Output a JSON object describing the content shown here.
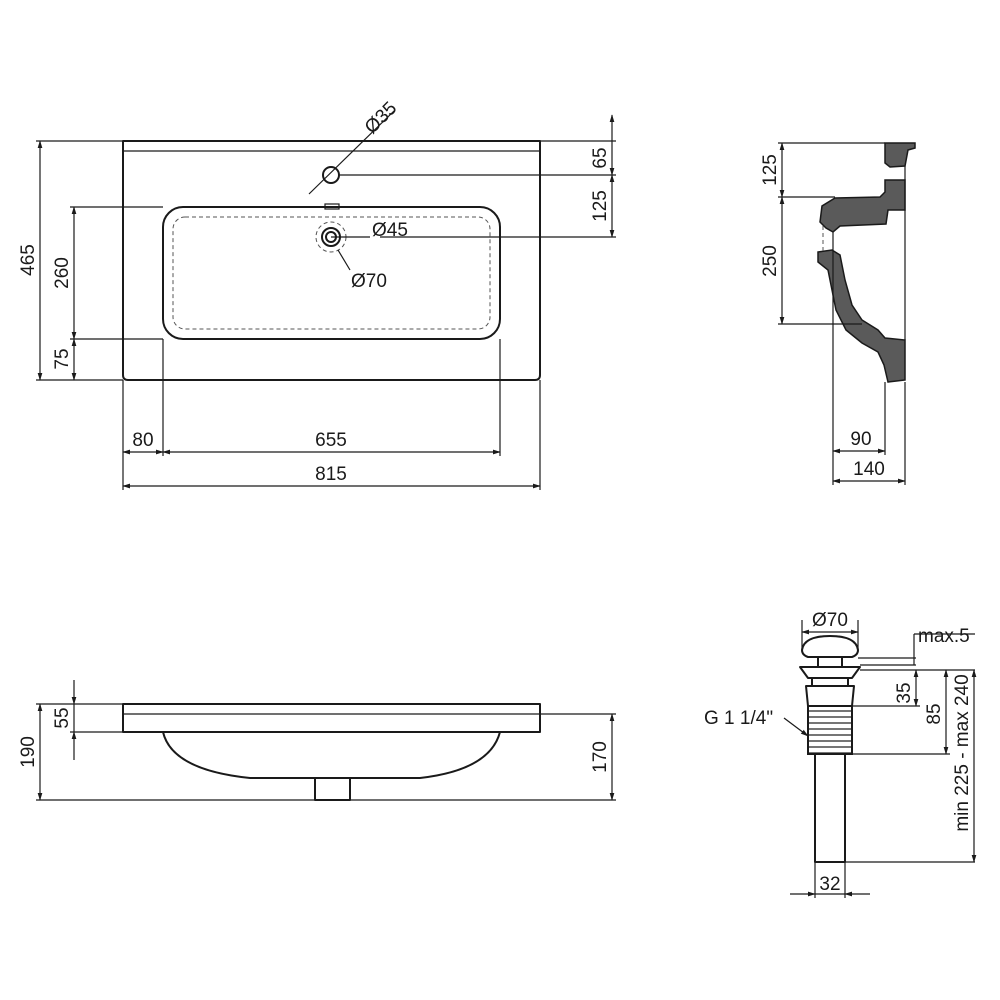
{
  "top_view": {
    "overall_width": "815",
    "bowl_width": "655",
    "left_offset": "80",
    "overall_depth": "465",
    "bowl_depth": "260",
    "front_offset": "75",
    "tap_hole_offset": "65",
    "drain_offset": "125",
    "tap_hole_dia": "Ø35",
    "drain_dia": "Ø45",
    "drain_outer_dia": "Ø70"
  },
  "side_view": {
    "top_height": "125",
    "bowl_height": "250",
    "inner_depth": "90",
    "overall_depth": "140"
  },
  "front_view": {
    "overall_height": "190",
    "deck_thickness": "55",
    "bowl_height": "170"
  },
  "drain_valve": {
    "cap_dia": "Ø70",
    "max_gap": "max.5",
    "cap_height": "35",
    "thread_height": "85",
    "length_range": "min 225 - max 240",
    "thread_spec": "G 1 1/4\"",
    "pipe_dia": "32"
  }
}
